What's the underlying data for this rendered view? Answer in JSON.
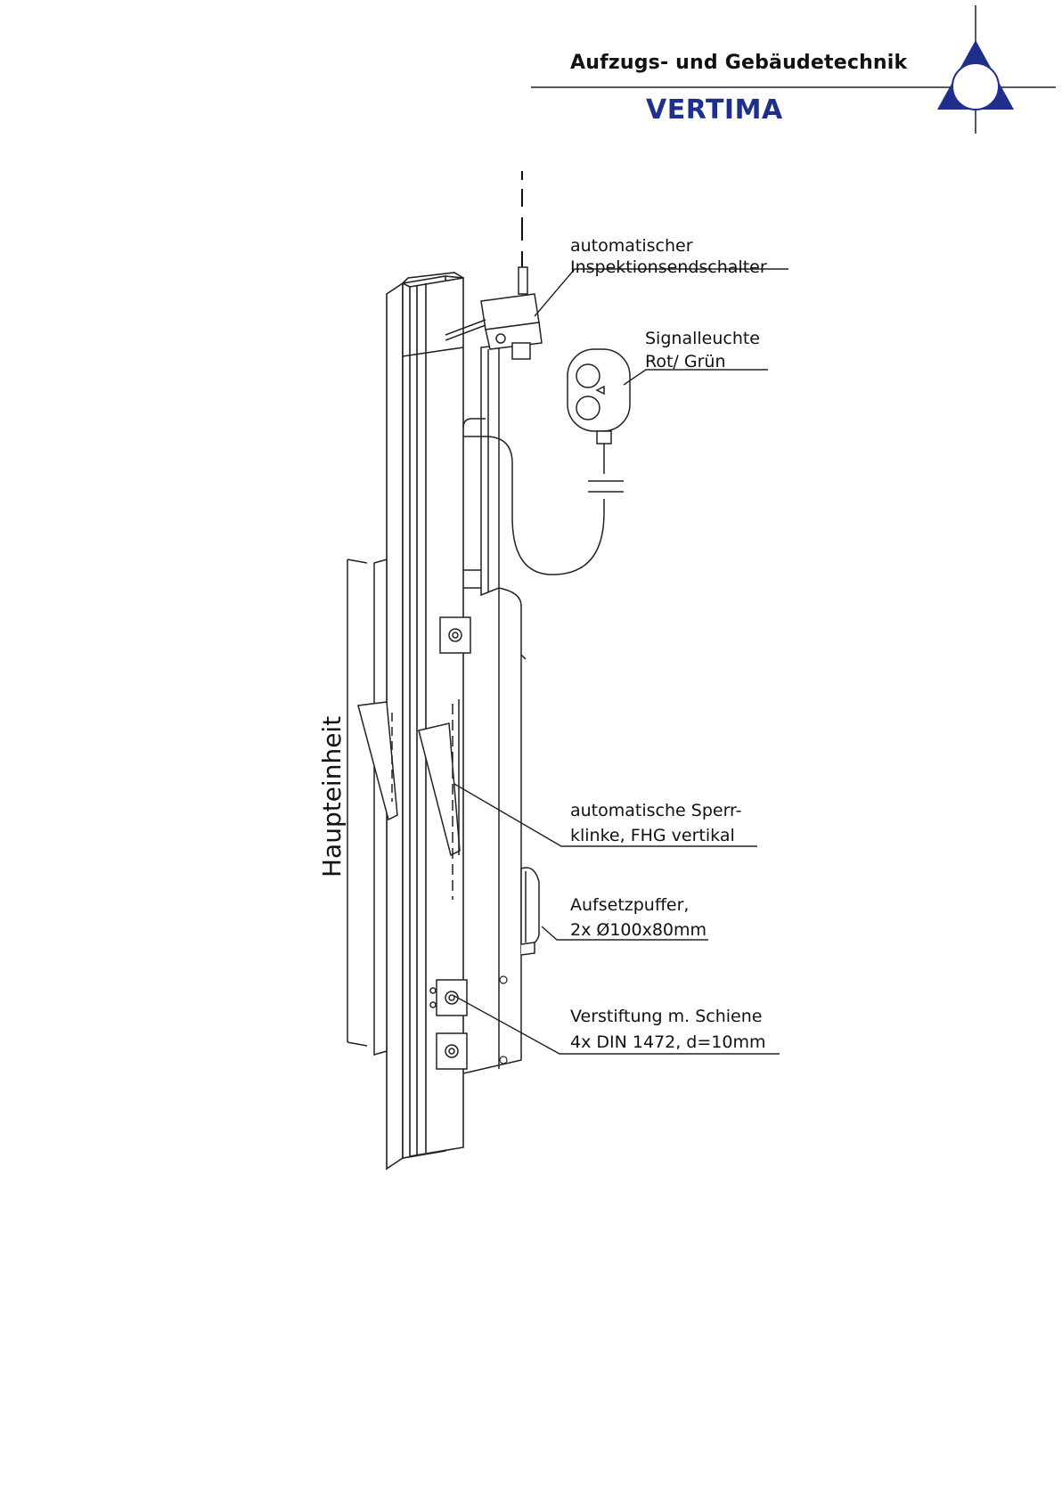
{
  "header": {
    "company_line": "Aufzugs- und Gebäudetechnik",
    "brand": "VERTIMA",
    "brand_color": "#1f2f8c"
  },
  "labels": {
    "inspection_switch": [
      "automatischer",
      "Inspektionsendschalter"
    ],
    "signal_light": [
      "Signalleuchte",
      "Rot/ Grün"
    ],
    "pawl": [
      "automatische Sperr-",
      "klinke, FHG vertikal"
    ],
    "buffer": [
      "Aufsetzpuffer,",
      "2x Ø100x80mm"
    ],
    "pinning": [
      "Verstiftung m. Schiene",
      "4x DIN 1472, d=10mm"
    ],
    "main_unit": "Haupteinheit"
  }
}
